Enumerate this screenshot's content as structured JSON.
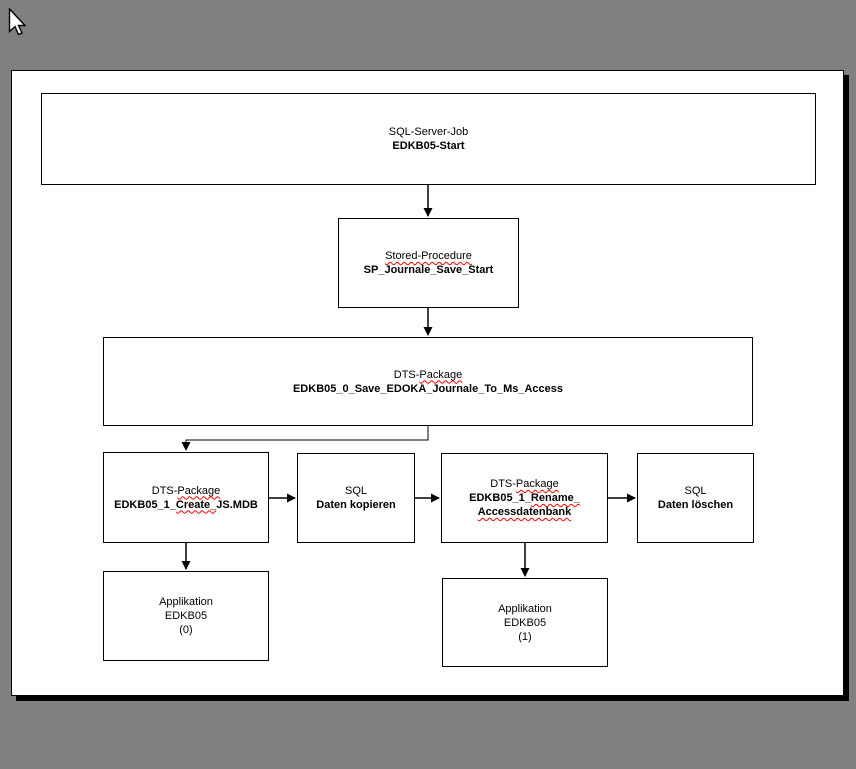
{
  "colors": {
    "desktop_background": "#808080",
    "page_background": "#ffffff",
    "line_color": "#000000",
    "spellcheck_squiggle": "#ff0000"
  },
  "cursor": {
    "icon": "arrow-cursor"
  },
  "diagram": {
    "nodes": {
      "job": {
        "type": "SQL-Server-Job",
        "name": "EDKB05-Start"
      },
      "sp": {
        "type": "Stored-Procedure",
        "name": "SP_Journale_Save_Start"
      },
      "dts0": {
        "type_pre": "DTS-",
        "type_wavy": "Package",
        "name": "EDKB05_0_Save_EDOKA_Journale_To_Ms_Access"
      },
      "create": {
        "type_pre": "DTS-",
        "type_wavy": "Package",
        "name_pre": "EDKB05_1_",
        "name_wavy": "Create_",
        "name_post": "JS.MDB"
      },
      "copy": {
        "type": "SQL",
        "name": "Daten kopieren"
      },
      "rename": {
        "type_pre": "DTS-",
        "type_wavy": "Package",
        "name_pre": "EDKB05_1_",
        "name_wavy": "Rename_",
        "name_line2": "Accessdatenbank"
      },
      "del": {
        "type": "SQL",
        "name": "Daten löschen"
      },
      "app0": {
        "line1": "Applikation",
        "line2": "EDKB05",
        "line3": "(0)"
      },
      "app1": {
        "line1": "Applikation",
        "line2": "EDKB05",
        "line3": "(1)"
      }
    }
  }
}
